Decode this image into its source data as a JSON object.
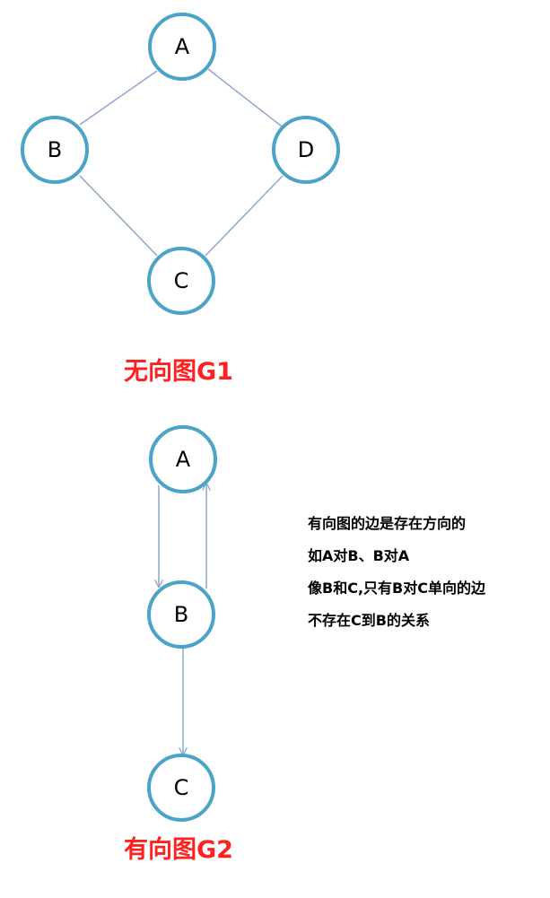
{
  "graph_g1": {
    "caption": "无向图G1",
    "nodes": [
      {
        "id": "A",
        "label": "A"
      },
      {
        "id": "B",
        "label": "B"
      },
      {
        "id": "C",
        "label": "C"
      },
      {
        "id": "D",
        "label": "D"
      }
    ],
    "edges": [
      {
        "from": "A",
        "to": "B",
        "directed": false
      },
      {
        "from": "A",
        "to": "D",
        "directed": false
      },
      {
        "from": "B",
        "to": "C",
        "directed": false
      },
      {
        "from": "D",
        "to": "C",
        "directed": false
      }
    ]
  },
  "graph_g2": {
    "caption": "有向图G2",
    "nodes": [
      {
        "id": "A",
        "label": "A"
      },
      {
        "id": "B",
        "label": "B"
      },
      {
        "id": "C",
        "label": "C"
      }
    ],
    "edges": [
      {
        "from": "A",
        "to": "B",
        "directed": true
      },
      {
        "from": "B",
        "to": "A",
        "directed": true
      },
      {
        "from": "B",
        "to": "C",
        "directed": true
      }
    ]
  },
  "note": {
    "lines": [
      "有向图的边是存在方向的",
      "如A对B、B对A",
      "像B和C,只有B对C单向的边",
      "不存在C到B的关系"
    ]
  },
  "colors": {
    "node_stroke": "#4ba3c7",
    "edge": "#8ea6cc",
    "caption": "#ff2020",
    "note_text": "#000000"
  }
}
